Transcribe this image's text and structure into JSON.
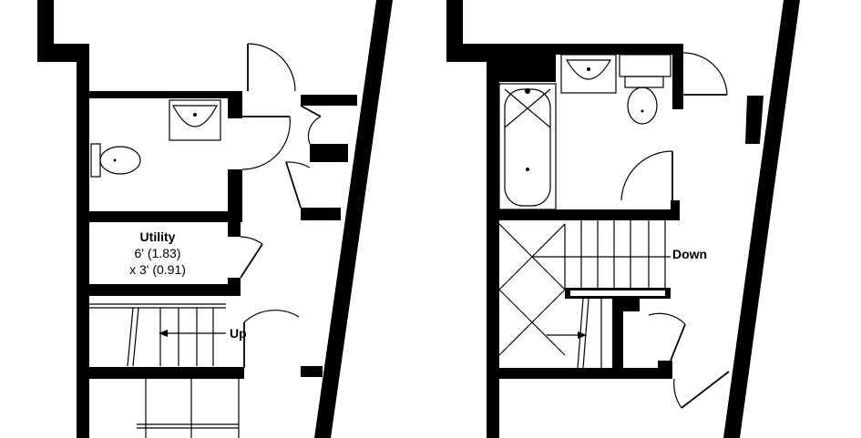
{
  "floor_plan": {
    "utility": {
      "name": "Utility",
      "dim_1": "6' (1.83)",
      "dim_2": "x 3' (0.91)"
    },
    "stairs_up_label": "Up",
    "stairs_down_label": "Down",
    "colors": {
      "wall": "#000000",
      "background": "#ffffff"
    }
  }
}
